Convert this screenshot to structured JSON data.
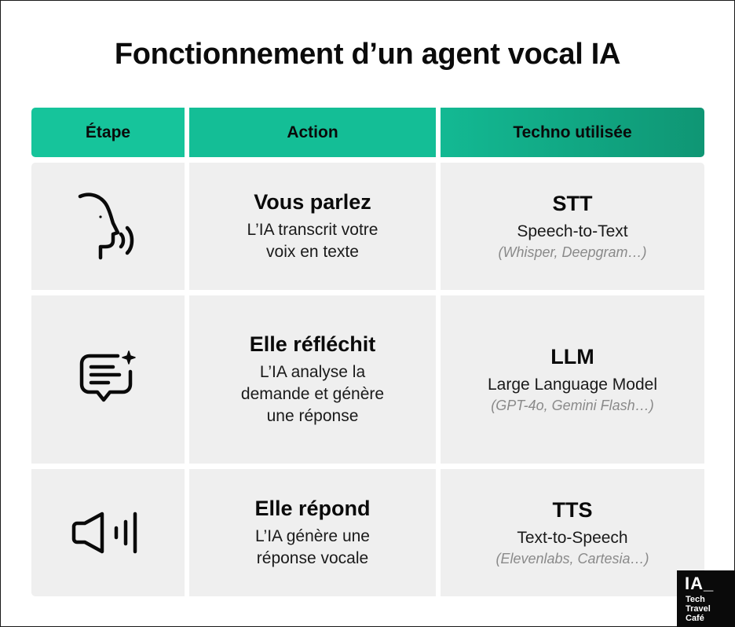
{
  "title": "Fonctionnement d’un agent vocal IA",
  "headers": {
    "step": "Étape",
    "action": "Action",
    "tech": "Techno utilisée"
  },
  "rows": [
    {
      "icon": "speaking-head-icon",
      "action_title": "Vous parlez",
      "action_desc": "L’IA transcrit votre\nvoix en texte",
      "tech_name": "STT",
      "tech_full": "Speech-to-Text",
      "tech_examples": "(Whisper, Deepgram…)"
    },
    {
      "icon": "chat-sparkle-icon",
      "action_title": "Elle réfléchit",
      "action_desc": "L’IA analyse la\ndemande et génère\nune réponse",
      "tech_name": "LLM",
      "tech_full": "Large Language Model",
      "tech_examples": "(GPT-4o, Gemini Flash…)"
    },
    {
      "icon": "speaker-volume-icon",
      "action_title": "Elle répond",
      "action_desc": "L’IA génère une\nréponse vocale",
      "tech_name": "TTS",
      "tech_full": "Text-to-Speech",
      "tech_examples": "(Elevenlabs, Cartesia…)"
    }
  ],
  "logo": {
    "main": "IA_",
    "line1": "Tech",
    "line2": "Travel",
    "line3": "Café"
  }
}
